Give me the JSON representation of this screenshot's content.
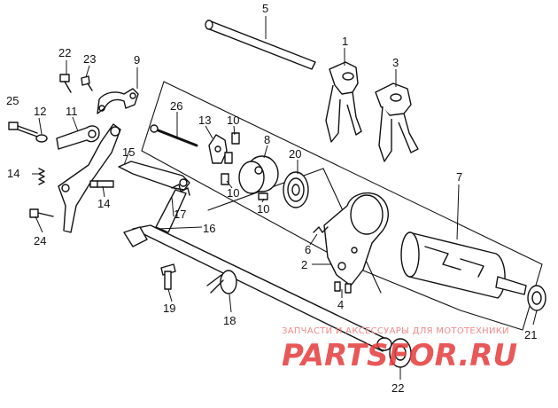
{
  "callouts": [
    {
      "id": "c5",
      "label": "5"
    },
    {
      "id": "c1",
      "label": "1"
    },
    {
      "id": "c3",
      "label": "3"
    },
    {
      "id": "c22a",
      "label": "22"
    },
    {
      "id": "c23",
      "label": "23"
    },
    {
      "id": "c9",
      "label": "9"
    },
    {
      "id": "c25",
      "label": "25"
    },
    {
      "id": "c12",
      "label": "12"
    },
    {
      "id": "c11",
      "label": "11"
    },
    {
      "id": "c26",
      "label": "26"
    },
    {
      "id": "c13",
      "label": "13"
    },
    {
      "id": "c10a",
      "label": "10"
    },
    {
      "id": "c8",
      "label": "8"
    },
    {
      "id": "c20",
      "label": "20"
    },
    {
      "id": "c15",
      "label": "15"
    },
    {
      "id": "c14a",
      "label": "14"
    },
    {
      "id": "c14b",
      "label": "14"
    },
    {
      "id": "c10b",
      "label": "10"
    },
    {
      "id": "c10c",
      "label": "10"
    },
    {
      "id": "c7",
      "label": "7"
    },
    {
      "id": "c17",
      "label": "17"
    },
    {
      "id": "c16",
      "label": "16"
    },
    {
      "id": "c24",
      "label": "24"
    },
    {
      "id": "c6",
      "label": "6"
    },
    {
      "id": "c2",
      "label": "2"
    },
    {
      "id": "c4",
      "label": "4"
    },
    {
      "id": "c19",
      "label": "19"
    },
    {
      "id": "c18",
      "label": "18"
    },
    {
      "id": "c21",
      "label": "21"
    },
    {
      "id": "c22b",
      "label": "22"
    }
  ],
  "watermark": {
    "tagline": "ЗАПЧАСТИ И АКСЕССУАРЫ ДЛЯ МОТОТЕХНИКИ",
    "brand": "PARTSFOR.RU"
  },
  "colors": {
    "ink": "#111111",
    "watermark_text": "#f08a8a",
    "watermark_brand": "#e53b3b"
  }
}
